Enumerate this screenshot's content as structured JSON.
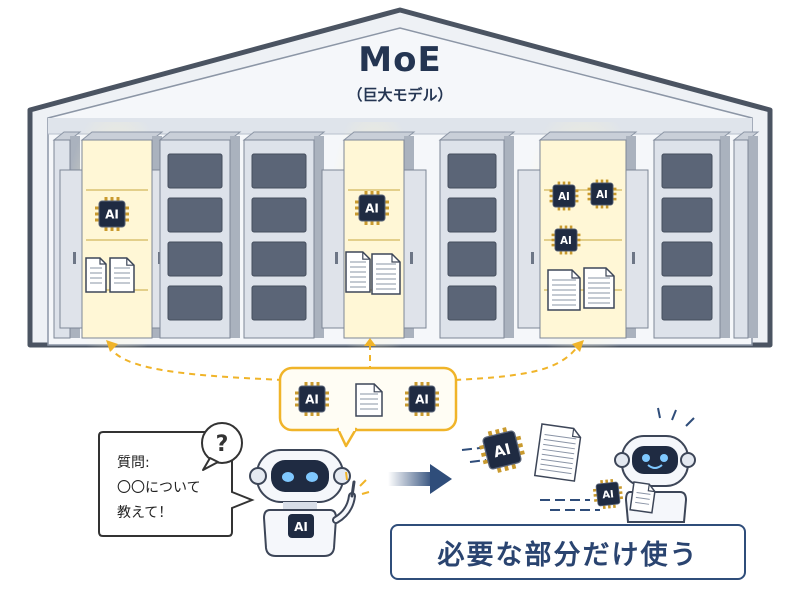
{
  "header": {
    "title": "MoE",
    "subtitle": "（巨大モデル）"
  },
  "chip_label": "AI",
  "question": {
    "line1": "質問:",
    "line2": "〇〇について",
    "line3": "教えて！",
    "mark": "?"
  },
  "robot_badge": "AI",
  "cta": "必要な部分だけ使う",
  "colors": {
    "roof": "#4b5462",
    "accent": "#f0b429",
    "navy": "#2f4d7a",
    "glow": "#fff3c4"
  }
}
